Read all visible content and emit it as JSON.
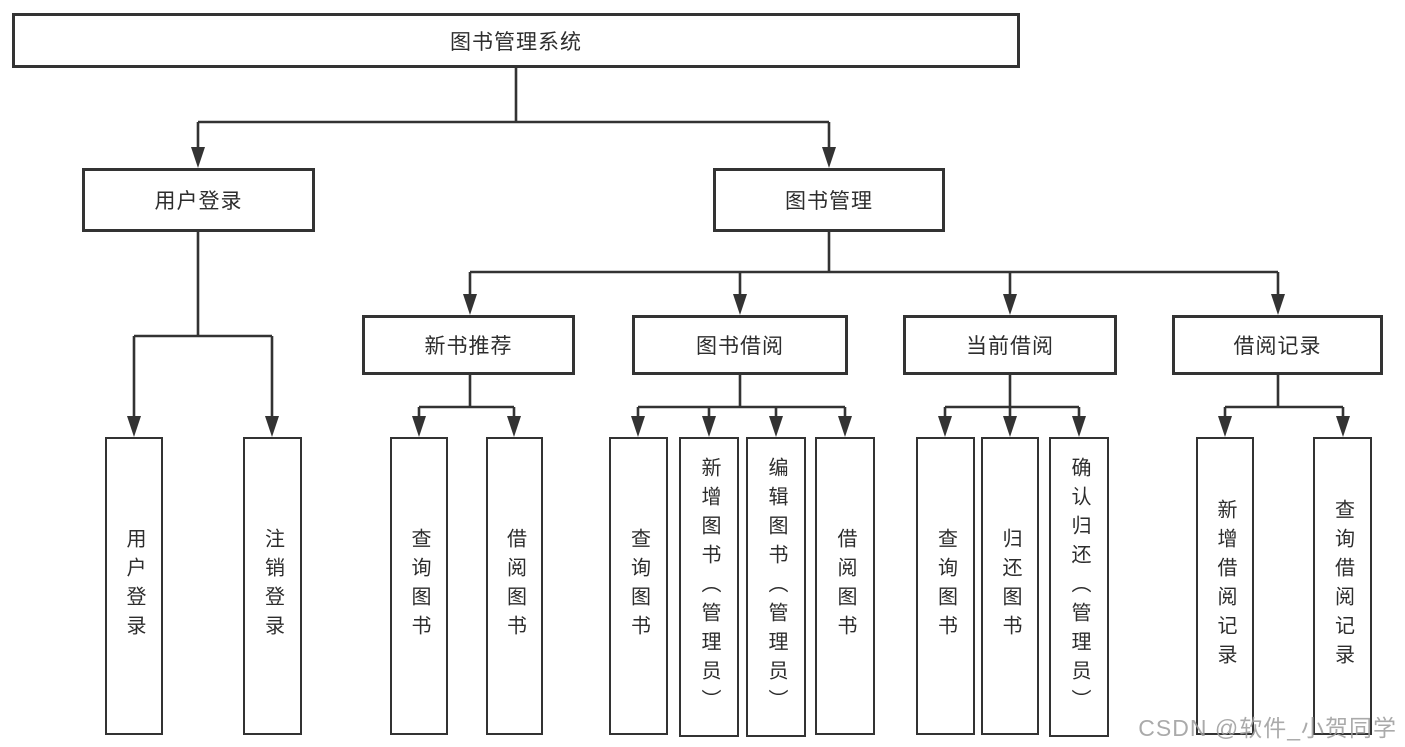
{
  "diagram": {
    "root": {
      "label": "图书管理系统"
    },
    "user_login": {
      "label": "用户登录",
      "children": [
        {
          "label": "用户登录"
        },
        {
          "label": "注销登录"
        }
      ]
    },
    "book_mgmt": {
      "label": "图书管理",
      "children": [
        {
          "label": "新书推荐",
          "children": [
            {
              "label": "查询图书"
            },
            {
              "label": "借阅图书"
            }
          ]
        },
        {
          "label": "图书借阅",
          "children": [
            {
              "label": "查询图书"
            },
            {
              "label": "新增图书（管理员）"
            },
            {
              "label": "编辑图书（管理员）"
            },
            {
              "label": "借阅图书"
            }
          ]
        },
        {
          "label": "当前借阅",
          "children": [
            {
              "label": "查询图书"
            },
            {
              "label": "归还图书"
            },
            {
              "label": "确认归还（管理员）"
            }
          ]
        },
        {
          "label": "借阅记录",
          "children": [
            {
              "label": "新增借阅记录"
            },
            {
              "label": "查询借阅记录"
            }
          ]
        }
      ]
    }
  },
  "watermark": {
    "text": "CSDN @软件_小贺同学"
  },
  "colors": {
    "line": "#333333",
    "text": "#2d2d2d",
    "watermark": "#9e9e9e",
    "background": "#ffffff"
  }
}
